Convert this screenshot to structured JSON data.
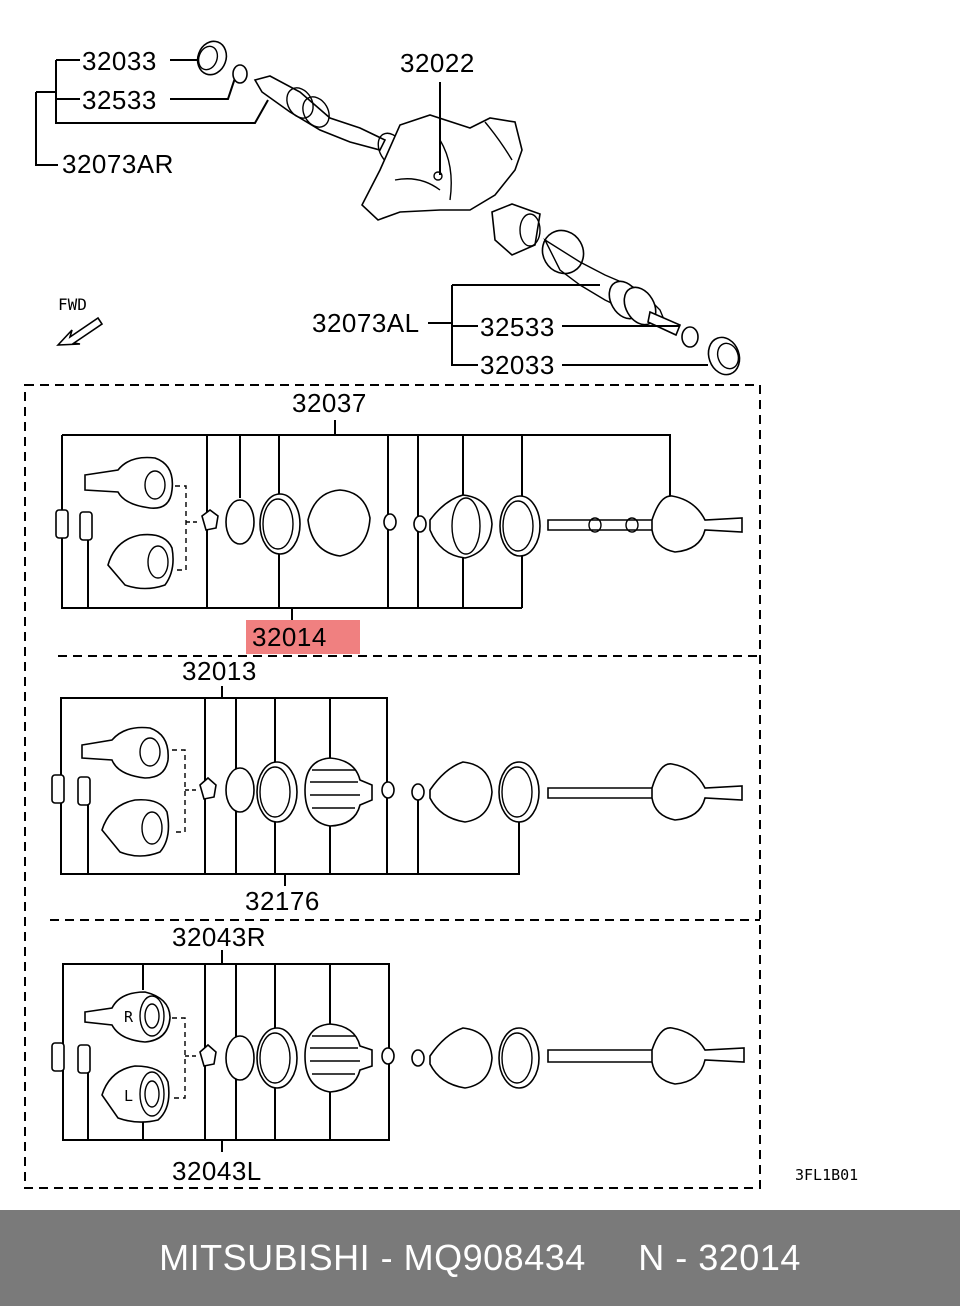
{
  "diagram": {
    "labels": {
      "top_32033_r": "32033",
      "top_32533_r": "32533",
      "top_32073AR": "32073AR",
      "top_32022": "32022",
      "fwd": "FWD",
      "right_32073AL": "32073AL",
      "right_32533_l": "32533",
      "right_32033_l": "32033",
      "sec1_32037": "32037",
      "sec1_32014": "32014",
      "sec2_32013": "32013",
      "sec2_32176": "32176",
      "sec3_32043R": "32043R",
      "sec3_32043L": "32043L",
      "ref_code": "3FL1B01",
      "mark_R": "R",
      "mark_L": "L"
    },
    "highlight_color": "#f08080"
  },
  "footer": {
    "text": "MITSUBISHI - MQ908434     N - 32014",
    "background": "#7a7a7a",
    "color": "#ffffff"
  }
}
